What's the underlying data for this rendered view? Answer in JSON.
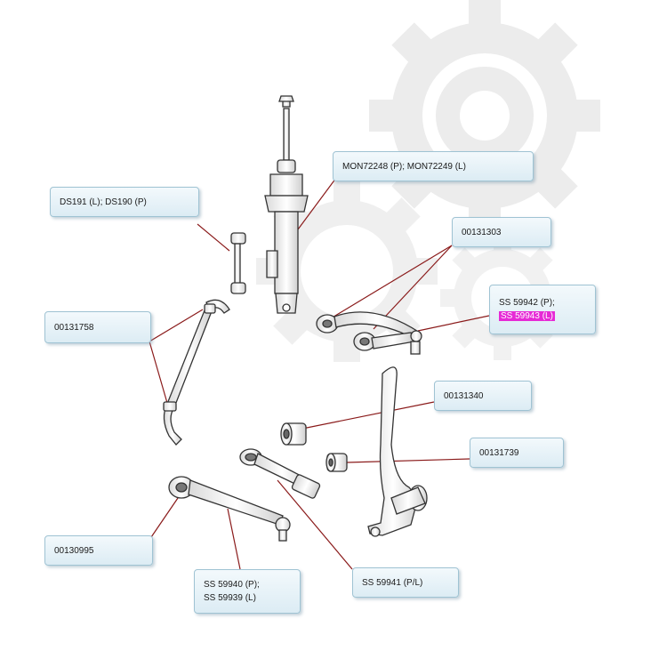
{
  "colors": {
    "leader_line": "#8a1a1a",
    "callout_fill": "#e4f0f6",
    "callout_border": "#9fc3d3",
    "highlight": "#e62ad6",
    "gear_watermark": "#e8e8e8",
    "part_stroke": "#333333"
  },
  "labels": {
    "shock": "MON72248 (P);  MON72249 (L)",
    "stabilizer_link": "DS191 (L);  DS190  (P)",
    "upper_bushing": "00131303",
    "upper_arm_line1": "SS 59942 (P);",
    "upper_arm_line2": "SS 59943 (L)",
    "stabilizer_bar": "00131758",
    "bushing_1340": "00131340",
    "bushing_1739": "00131739",
    "lower_bushing": "00130995",
    "lower_arm_line1": "SS 59940 (P);",
    "lower_arm_line2": "SS 59939 (L)",
    "strut_rod": "SS 59941 (P/L)"
  }
}
